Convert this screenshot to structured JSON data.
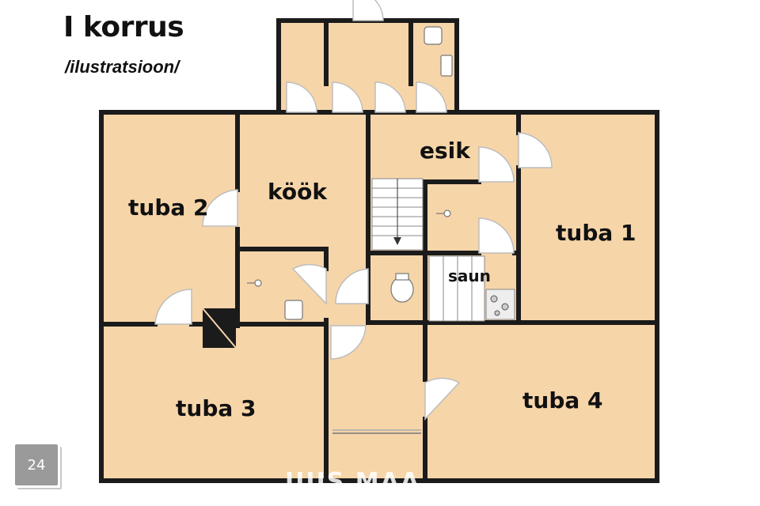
{
  "header": {
    "title": "I korrus",
    "subtitle": "/ilustratsioon/"
  },
  "rooms": {
    "tuba2": "tuba 2",
    "kook": "köök",
    "esik": "esik",
    "tuba1": "tuba 1",
    "saun": "saun",
    "tuba3": "tuba 3",
    "tuba4": "tuba 4"
  },
  "badge": {
    "page_number": "24"
  },
  "watermark": {
    "text": "UUS MAA"
  },
  "colors": {
    "floor": "#f6d5a9",
    "wall": "#1b1b1b",
    "door": "#c9c9c9",
    "background": "#ffffff"
  }
}
